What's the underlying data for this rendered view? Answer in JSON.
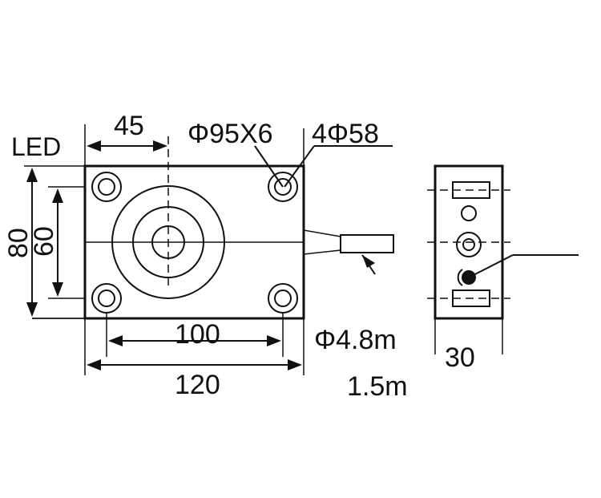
{
  "labels": {
    "led": "LED",
    "dim_45": "45",
    "hole_phi95": "Φ95X6",
    "hole_4phi58": "4Φ58",
    "dim_80": "80",
    "dim_60": "60",
    "dim_100": "100",
    "dim_120": "120",
    "cable_diameter": "Φ4.8m",
    "cable_length": "1.5m",
    "dim_30": "30"
  }
}
